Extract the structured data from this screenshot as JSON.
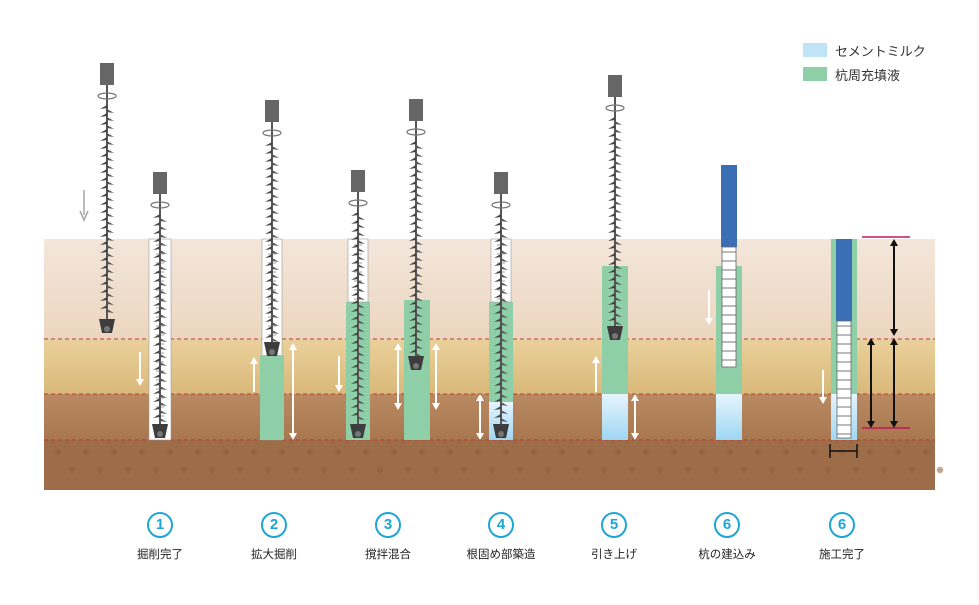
{
  "legend": [
    {
      "label": "セメントミルク",
      "color": "#bfe3f7"
    },
    {
      "label": "杭周充填液",
      "color": "#8ecfa8"
    }
  ],
  "steps": [
    {
      "number": "1",
      "label": "掘削完了"
    },
    {
      "number": "2",
      "label": "拡大掘削"
    },
    {
      "number": "3",
      "label": "撹拌混合"
    },
    {
      "number": "4",
      "label": "根固め部築造"
    },
    {
      "number": "5",
      "label": "引き上げ"
    },
    {
      "number": "6",
      "label": "杭の建込み"
    },
    {
      "number": "6",
      "label": "施工完了"
    }
  ],
  "colors": {
    "soil_top": "#f1e1d2",
    "soil_mid": "#e8c98b",
    "soil_low": "#b07d55",
    "soil_base": "#9e6f4a",
    "boundary_line": "#c0392b",
    "pile": "#3a6fb5",
    "accent_number": "#1ea5d8"
  }
}
